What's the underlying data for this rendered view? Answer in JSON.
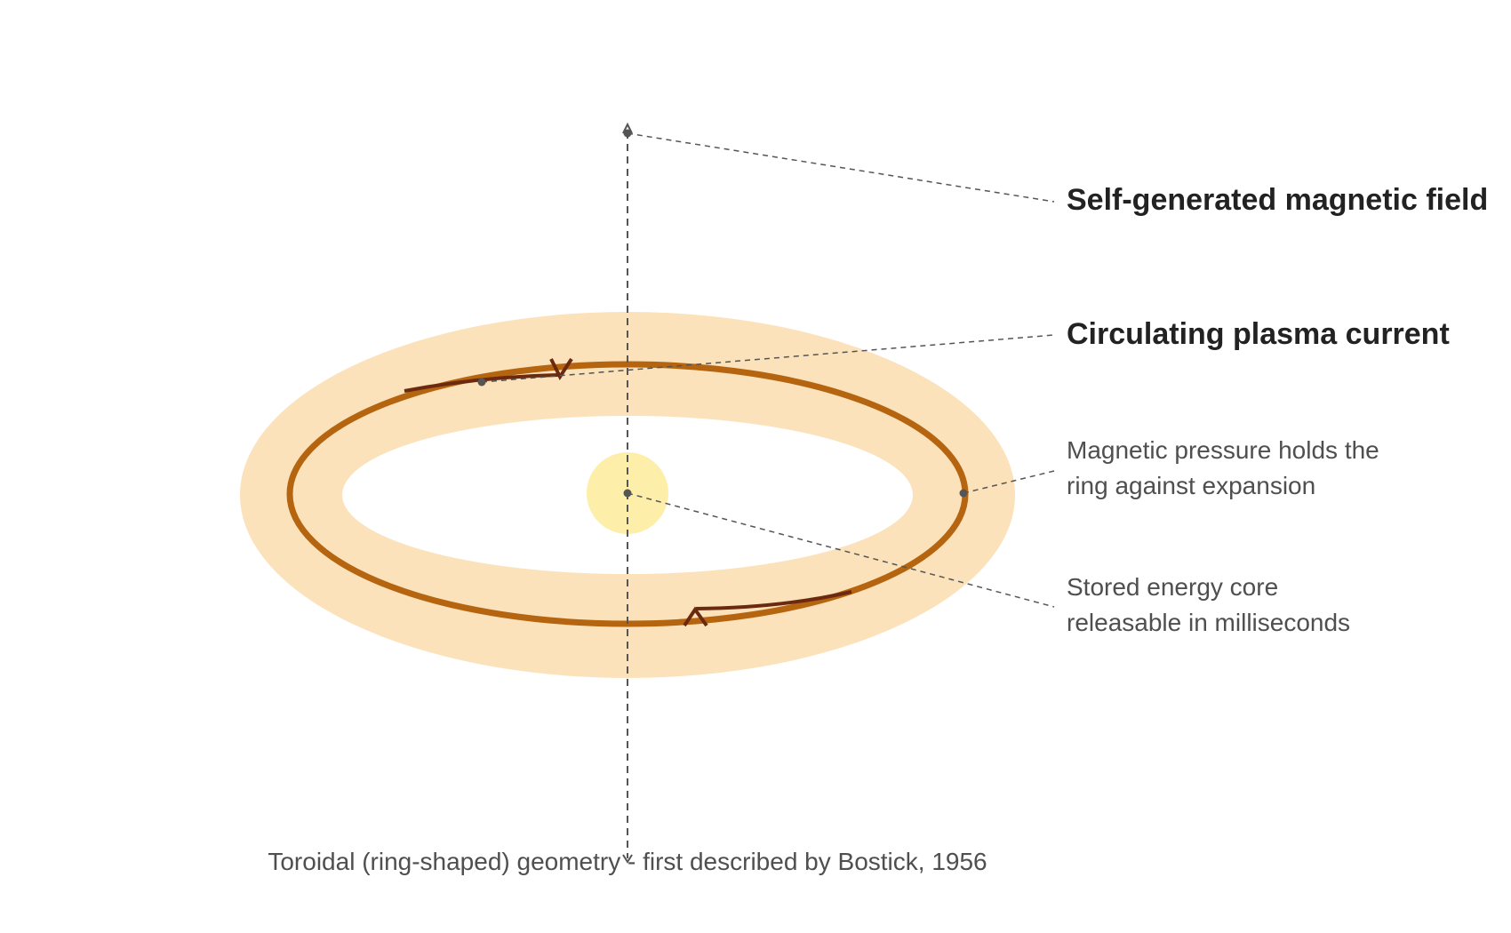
{
  "labels": {
    "magnetic_field": "Self-generated magnetic field",
    "plasma_current": "Circulating plasma current",
    "pressure_line1": "Magnetic pressure holds the",
    "pressure_line2": "ring against expansion",
    "energy_line1": "Stored energy core",
    "energy_line2": "releasable in milliseconds"
  },
  "caption": "Toroidal (ring-shaped) geometry - first described by Bostick, 1956",
  "colors": {
    "outer_glow": "#fbe2bb",
    "ring": "#b5650f",
    "current_arrow": "#6b2a10",
    "core": "#fdeeaa",
    "leader": "#555555",
    "axis": "#555555"
  }
}
